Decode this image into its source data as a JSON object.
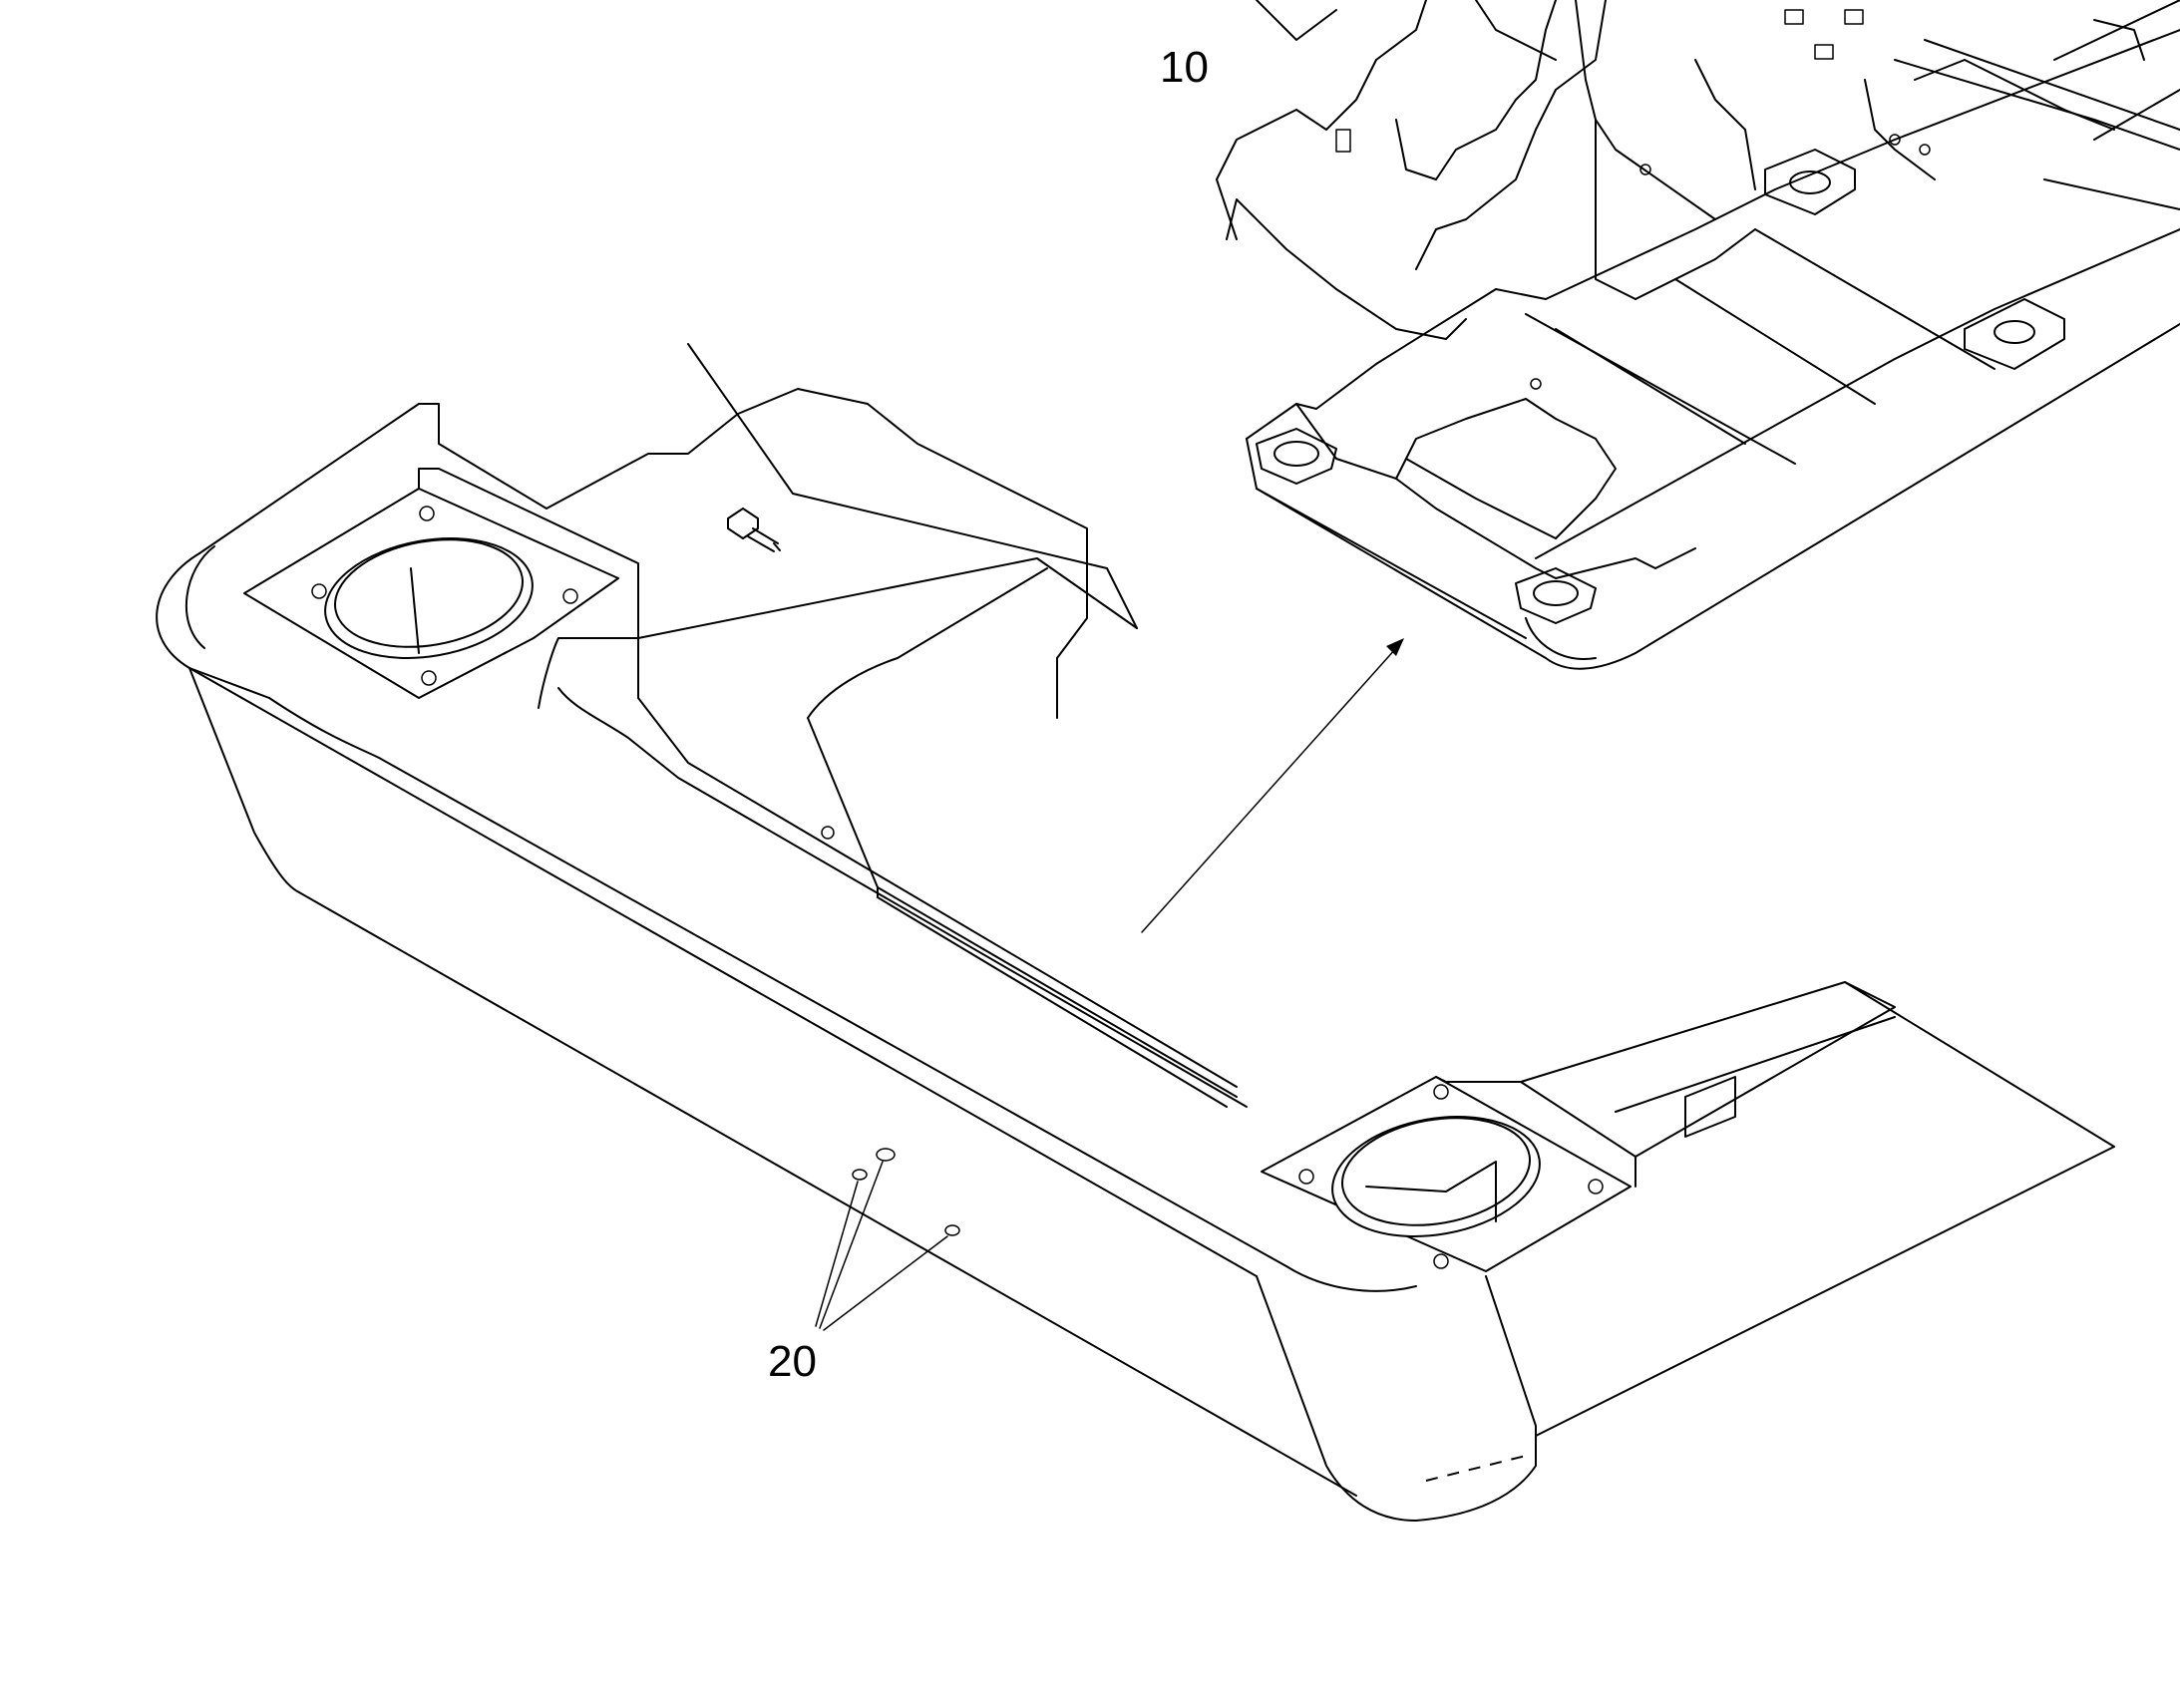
{
  "callouts": [
    {
      "id": "part-10",
      "label": "10"
    },
    {
      "id": "part-20",
      "label": "20"
    }
  ]
}
